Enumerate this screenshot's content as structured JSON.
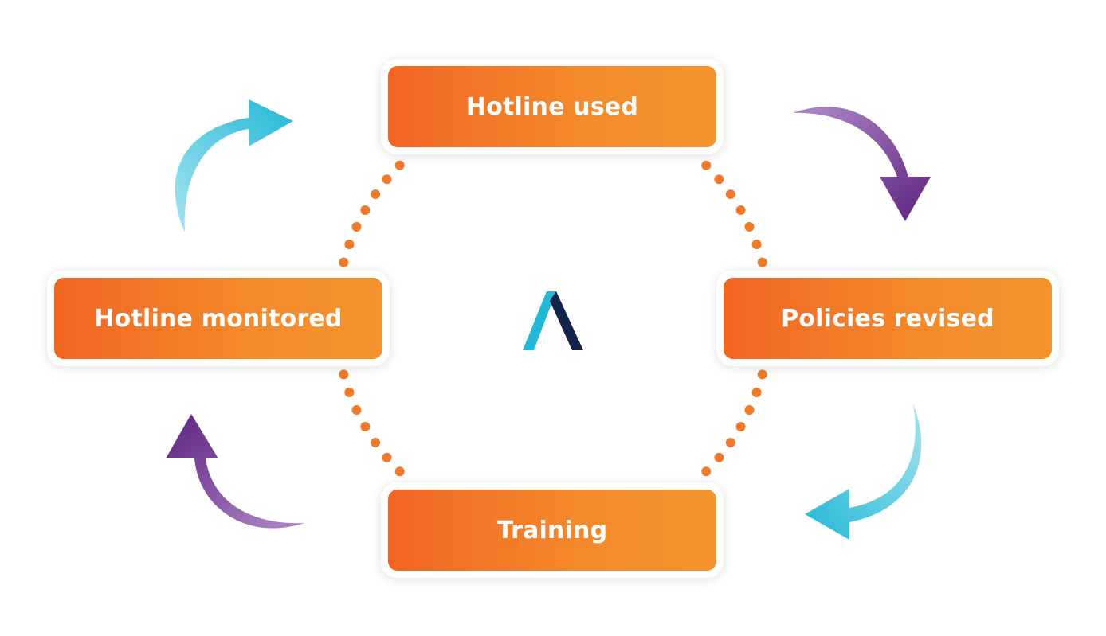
{
  "diagram": {
    "nodes": {
      "top": "Hotline used",
      "right": "Policies revised",
      "bottom": "Training",
      "left": "Hotline monitored"
    },
    "colors": {
      "node_start": "#f26522",
      "node_end": "#f6932e",
      "dots": "#f07a2a",
      "arrow_purple": "#6b2f8e",
      "arrow_cyan": "#2bbcd8",
      "logo_cyan": "#22b8d6",
      "logo_navy": "#14234a"
    },
    "icons": {
      "center": "brand-logo-icon",
      "arrows": [
        "curved-arrow-cyan-icon",
        "curved-arrow-purple-icon"
      ]
    }
  }
}
